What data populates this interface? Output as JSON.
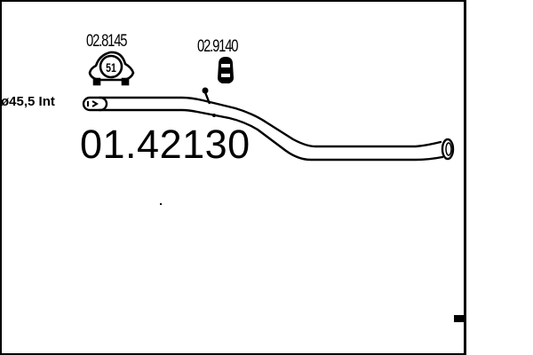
{
  "diagram": {
    "type": "exhaust-pipe-parts-diagram",
    "part_number": "01.42130",
    "inlet": {
      "label": "ø45,5 Int"
    },
    "accessories": [
      {
        "ref": "02.8145",
        "icon": "pipe-clamp-icon",
        "icon_text": "51"
      },
      {
        "ref": "02.9140",
        "icon": "rubber-hanger-icon",
        "icon_text": ""
      }
    ],
    "colors": {
      "line": "#000000",
      "background": "#ffffff"
    }
  }
}
